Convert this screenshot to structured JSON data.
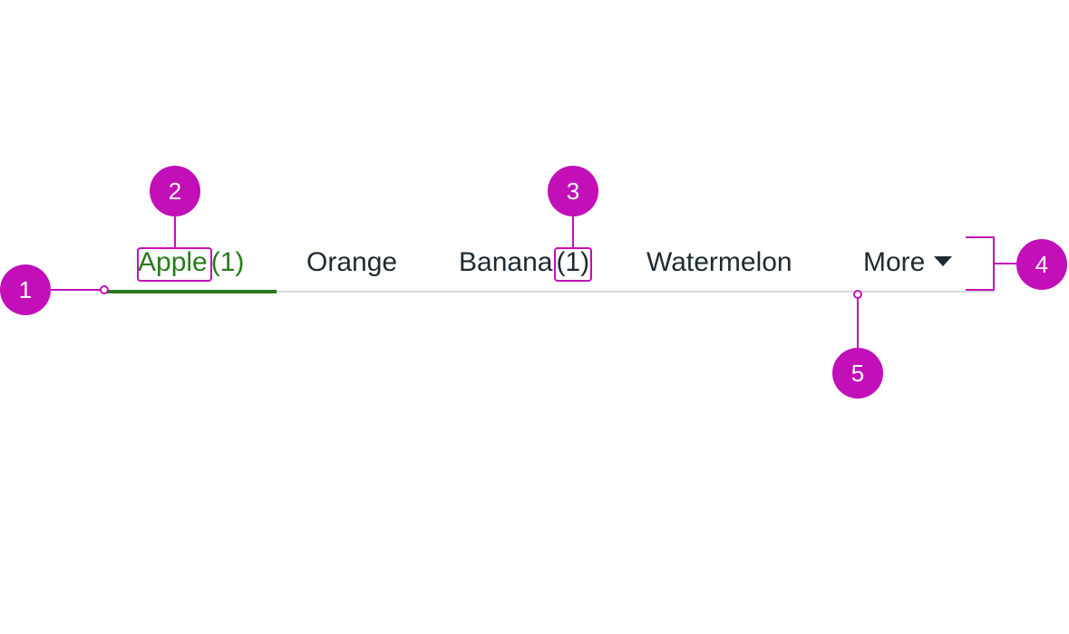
{
  "tabs": [
    {
      "label": "Apple",
      "count": "(1)",
      "active": true
    },
    {
      "label": "Orange",
      "count": "",
      "active": false
    },
    {
      "label": "Banana",
      "count": "(1)",
      "active": false
    },
    {
      "label": "Watermelon",
      "count": "",
      "active": false
    }
  ],
  "more": {
    "label": "More",
    "icon": "caret-down-icon"
  },
  "annotations": [
    "1",
    "2",
    "3",
    "4",
    "5"
  ],
  "colors": {
    "active_tab": "#2a7a1e",
    "text": "#1e2a33",
    "track": "#d4dae0",
    "annotation": "#c20fb8"
  }
}
